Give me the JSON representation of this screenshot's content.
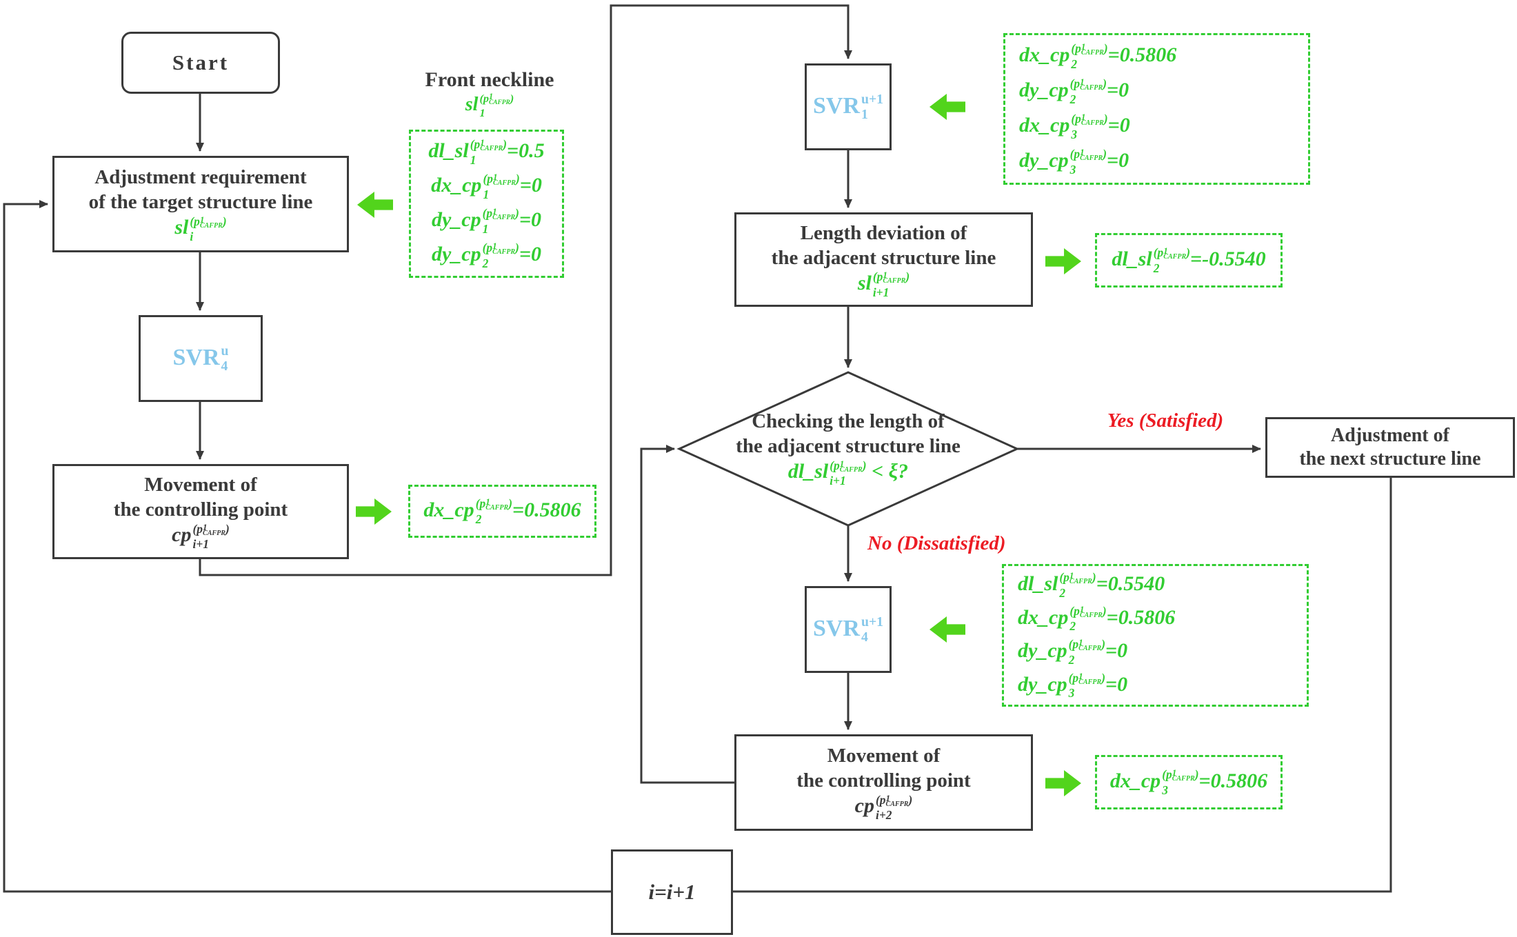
{
  "colors": {
    "green": "#32cd32",
    "arrow_green": "#52d41c",
    "blue": "#85c7ea",
    "red": "#ec1c24",
    "line": "#3a3a3a"
  },
  "sup_std": {
    "open": "(p",
    "exp": "1",
    "subname": "CAFPR",
    "close": ")"
  },
  "nodes": {
    "start": {
      "label": "Start"
    },
    "adj_req": {
      "line1": "Adjustment requirement",
      "line2": "of the target structure line",
      "formula": {
        "base": "sl",
        "sub": "i",
        "sup": "std"
      }
    },
    "svr4_u": {
      "formula": {
        "base": "SVR",
        "sub": "4",
        "supText": "u"
      }
    },
    "movement1": {
      "line1": "Movement of",
      "line2": "the controlling point",
      "formula": {
        "base": "cp",
        "sub": "i+1",
        "sup": "std"
      }
    },
    "svr1_u1": {
      "formula": {
        "base": "SVR",
        "sub": "1",
        "supText": "u+1"
      }
    },
    "length_dev": {
      "line1": "Length deviation of",
      "line2": "the adjacent structure line",
      "formula": {
        "base": "sl",
        "sub": "i+1",
        "sup": "std"
      }
    },
    "decision": {
      "line1": "Checking the length of",
      "line2": "the adjacent structure line",
      "formula": {
        "base": "dl_sl",
        "sub": "i+1",
        "sup": "std",
        "tail": " < ξ?"
      }
    },
    "adj_next": {
      "line1": "Adjustment of",
      "line2": "the next structure line"
    },
    "svr4_u1": {
      "formula": {
        "base": "SVR",
        "sub": "4",
        "supText": "u+1"
      }
    },
    "movement2": {
      "line1": "Movement of",
      "line2": "the controlling point",
      "formula": {
        "base": "cp",
        "sub": "i+2",
        "sup": "std"
      }
    },
    "iter": {
      "label": "i=i+1"
    }
  },
  "annotations": {
    "front_neckline": {
      "title": "Front neckline",
      "formula": {
        "base": "sl",
        "sub": "1",
        "sup": "std"
      }
    },
    "yes_label": "Yes (Satisfied)",
    "no_label": "No (Dissatisfied)"
  },
  "green_boxes": {
    "front": [
      {
        "base": "dl_sl",
        "sub": "1",
        "sup": "std",
        "value": "0.5"
      },
      {
        "base": "dx_cp",
        "sub": "1",
        "sup": "std",
        "value": "0"
      },
      {
        "base": "dy_cp",
        "sub": "1",
        "sup": "std",
        "value": "0"
      },
      {
        "base": "dy_cp",
        "sub": "2",
        "sup": "std",
        "value": "0"
      }
    ],
    "move1": [
      {
        "base": "dx_cp",
        "sub": "2",
        "sup": "std",
        "value": "0.5806"
      }
    ],
    "svr1": [
      {
        "base": "dx_cp",
        "sub": "2",
        "sup": "std",
        "value": "0.5806"
      },
      {
        "base": "dy_cp",
        "sub": "2",
        "sup": "std",
        "value": "0"
      },
      {
        "base": "dx_cp",
        "sub": "3",
        "sup": "std",
        "value": "0"
      },
      {
        "base": "dy_cp",
        "sub": "3",
        "sup": "std",
        "value": "0"
      }
    ],
    "len_dev": [
      {
        "base": "dl_sl",
        "sub": "2",
        "sup": "std",
        "value": "-0.5540"
      }
    ],
    "svr4": [
      {
        "base": "dl_sl",
        "sub": "2",
        "sup": "std",
        "value": "0.5540"
      },
      {
        "base": "dx_cp",
        "sub": "2",
        "sup": "std",
        "value": "0.5806"
      },
      {
        "base": "dy_cp",
        "sub": "2",
        "sup": "std",
        "value": "0"
      },
      {
        "base": "dy_cp",
        "sub": "3",
        "sup": "std",
        "value": "0"
      }
    ],
    "move2": [
      {
        "base": "dx_cp",
        "sub": "3",
        "sup": "std",
        "value": "0.5806"
      }
    ]
  }
}
